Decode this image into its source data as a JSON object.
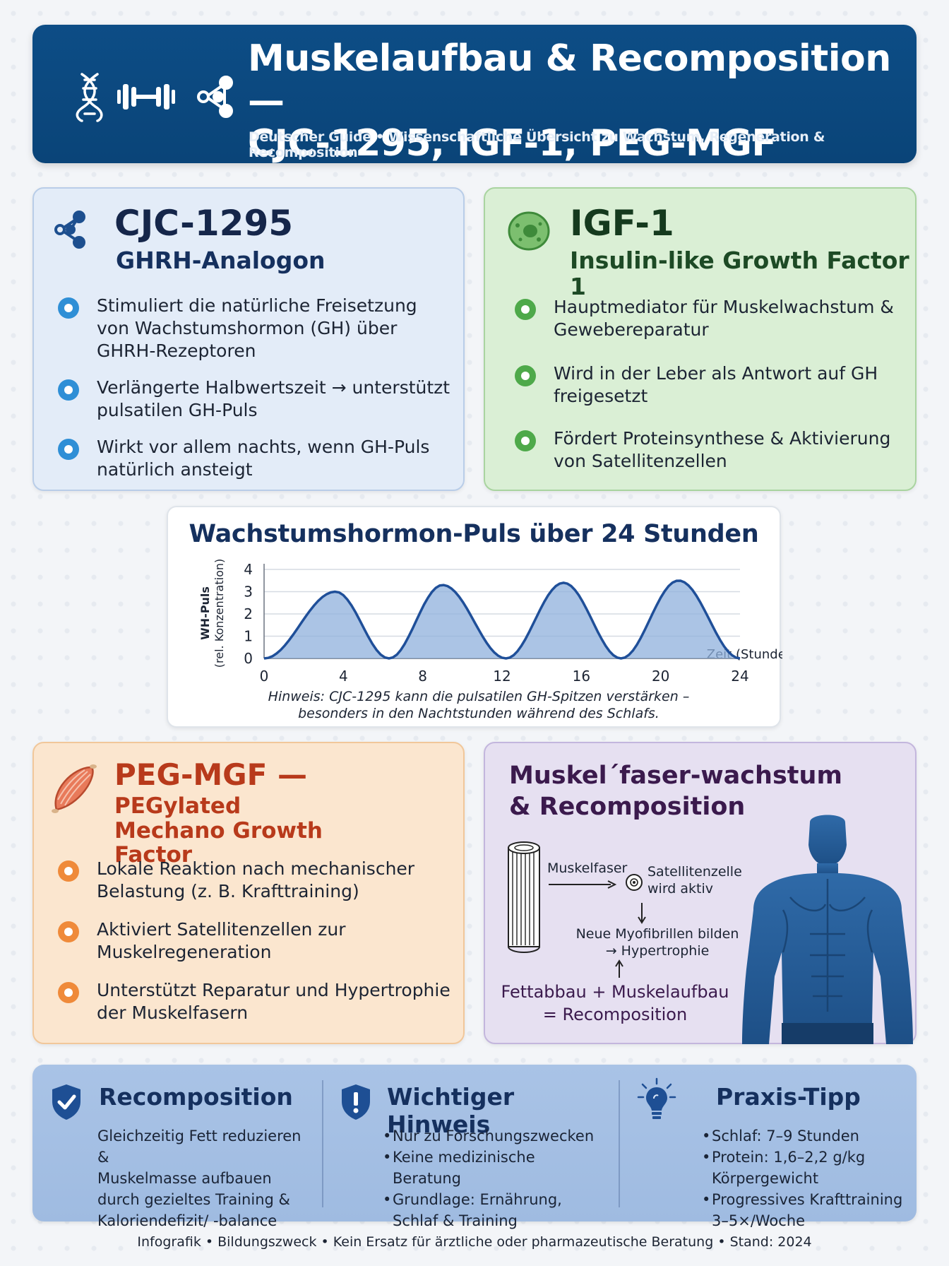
{
  "header": {
    "title_line1": "Muskelaufbau & Recomposition —",
    "title_line2": "CJC-1295, IGF-1, PEG-MGF",
    "subtitle": "Deutscher Guide • Wissenschaftliche Übersicht zu Wachstum, Regeneration & Recomposition"
  },
  "cjc": {
    "title": "CJC-1295",
    "subtitle": "GHRH-Analogon",
    "bullets": [
      "Stimuliert die natürliche Freisetzung von Wachstumshormon (GH) über GHRH-Rezeptoren",
      "Verlängerte Halbwertszeit → unterstützt pulsatilen GH-Puls",
      "Wirkt vor allem nachts, wenn GH-Puls natürlich ansteigt"
    ],
    "accent": "#2f8fd6"
  },
  "igf": {
    "title": "IGF-1",
    "subtitle": "Insulin-like Growth Factor 1",
    "bullets": [
      "Hauptmediator für Muskelwachstum & Gewebereparatur",
      "Wird in der Leber als Antwort auf GH freigesetzt",
      "Fördert Proteinsynthese & Aktivierung von Satellitenzellen"
    ],
    "accent": "#4ea94a"
  },
  "chart": {
    "title": "Wachstumshormon-Puls über 24 Stunden",
    "ylabel_line1": "WH-Puls",
    "ylabel_line2": "(rel. Konzentration)",
    "xlabel": "Zeit (Stunden)",
    "note": "Hinweis: CJC-1295 kann die pulsatilen GH-Spitzen verstärken – besonders in den Nachtstunden während des Schlafs."
  },
  "chart_data": {
    "type": "area",
    "title": "Wachstumshormon-Puls über 24 Stunden",
    "xlabel": "Zeit (Stunden)",
    "ylabel": "WH-Puls (rel. Konzentration)",
    "xlim": [
      0,
      24
    ],
    "ylim": [
      0,
      4
    ],
    "x_ticks": [
      0,
      4,
      8,
      12,
      16,
      20,
      24
    ],
    "y_ticks": [
      0,
      1,
      2,
      3,
      4
    ],
    "peaks": [
      {
        "x": 3.6,
        "y": 3.0
      },
      {
        "x": 9.0,
        "y": 3.3
      },
      {
        "x": 15.1,
        "y": 3.4
      },
      {
        "x": 20.9,
        "y": 3.5
      }
    ],
    "troughs": [
      {
        "x": 0,
        "y": 0
      },
      {
        "x": 6.3,
        "y": 0
      },
      {
        "x": 12.2,
        "y": 0
      },
      {
        "x": 18.0,
        "y": 0
      },
      {
        "x": 24,
        "y": 0
      }
    ],
    "line_color": "#1f4f99",
    "fill_color": "#8fb0dc"
  },
  "peg": {
    "title": "PEG-MGF —",
    "subtitle": "PEGylated Mechano Growth Factor",
    "bullets": [
      "Lokale Reaktion nach mechanischer Belastung (z. B. Krafttraining)",
      "Aktiviert Satellitenzellen zur Muskelregeneration",
      "Unterstützt Reparatur und Hypertrophie der Muskelfasern"
    ],
    "accent": "#ef8a3a",
    "title_color": "#b83a1b"
  },
  "muscle": {
    "title_line1": "Muskel´faser-wachstum",
    "title_line2": "& Recomposition",
    "fiber_label": "Muskelfaser",
    "satellite_label_line1": "Satellitenzelle",
    "satellite_label_line2": "wird aktiv",
    "myofibril_line1": "Neue Myofibrillen bilden",
    "myofibril_line2": "→ Hypertrophie",
    "recomp_line1": "Fettabbau + Muskelaufbau",
    "recomp_line2": "= Recomposition",
    "title_color": "#3b1a4d"
  },
  "band": {
    "col1": {
      "title": "Recomposition",
      "lines": [
        "Gleichzeitig Fett reduzieren &",
        "Muskelmasse aufbauen",
        "durch gezieltes Training &",
        "Kaloriendefizit/ -balance"
      ]
    },
    "col2": {
      "title": "Wichtiger Hinweis",
      "items": [
        "Nur zu Forschungszwecken",
        "Keine medizinische Beratung",
        "Grundlage: Ernährung, Schlaf & Training"
      ]
    },
    "col3": {
      "title": "Praxis-Tipp",
      "items": [
        "Schlaf: 7–9 Stunden",
        "Protein: 1,6–2,2 g/kg Körpergewicht",
        "Progressives Krafttraining 3–5×/Woche"
      ]
    }
  },
  "footer": "Infografik • Bildungszweck • Kein Ersatz für ärztliche oder pharmazeutische Beratung • Stand: 2024"
}
